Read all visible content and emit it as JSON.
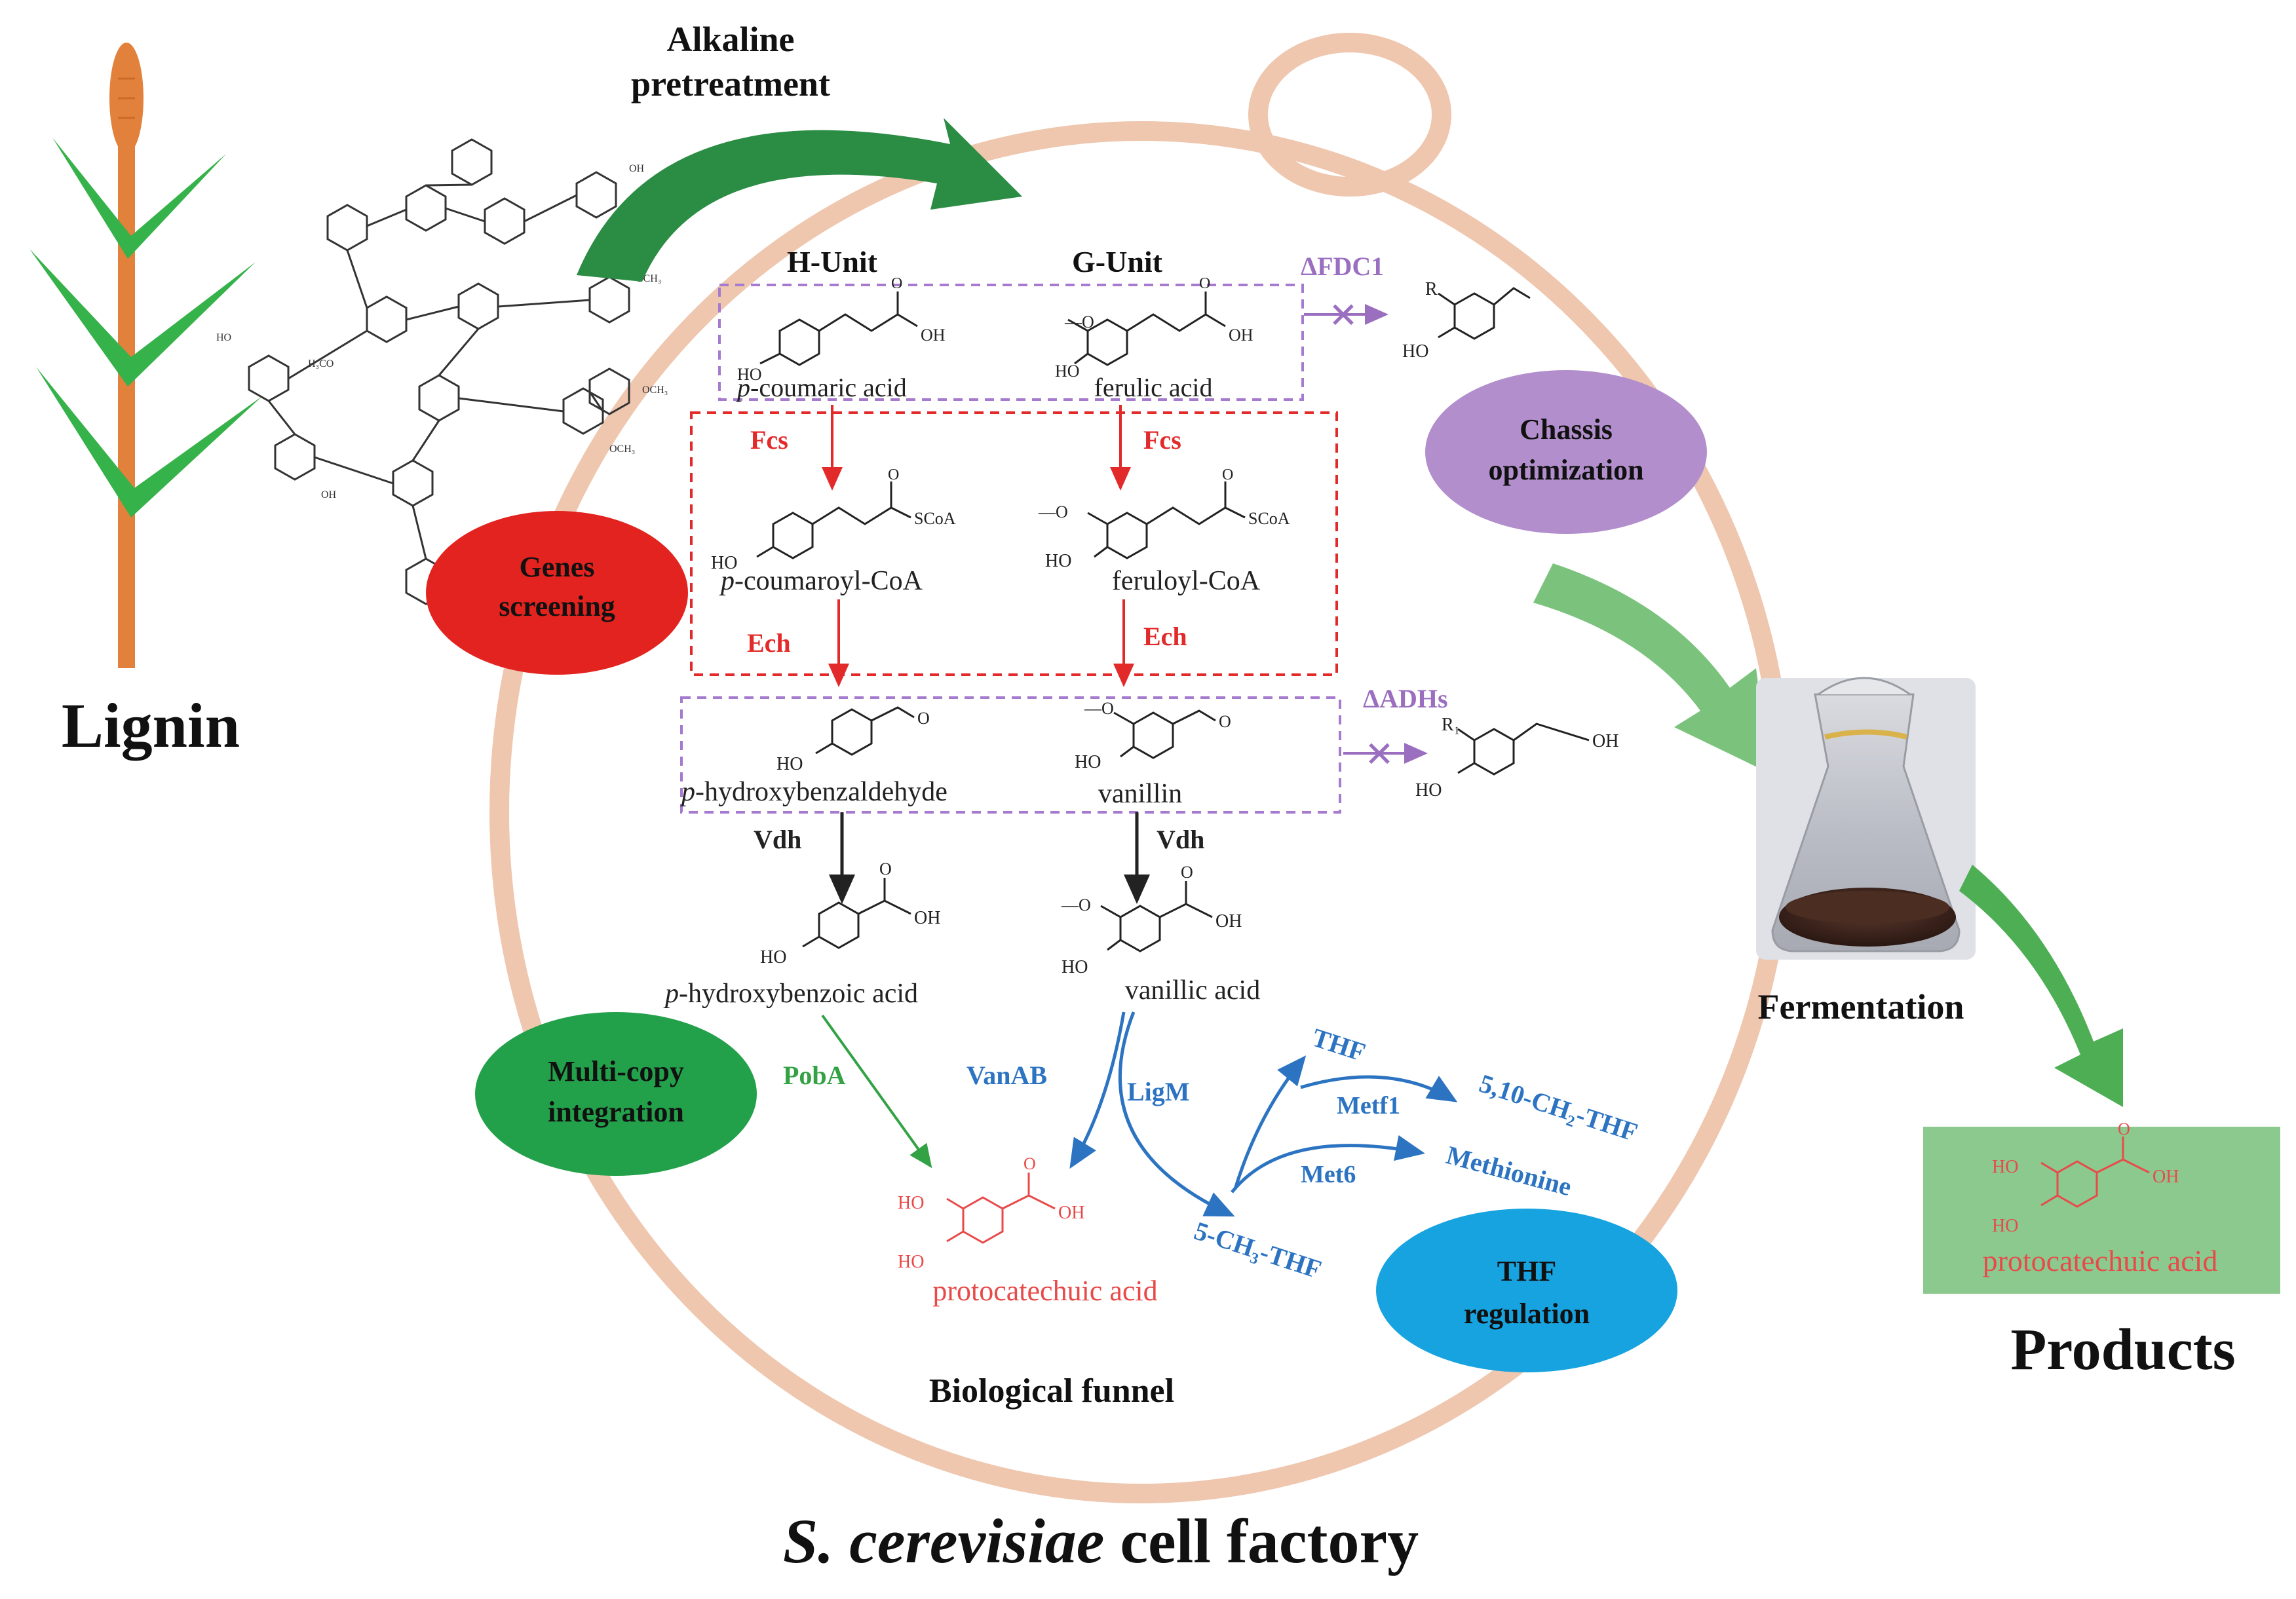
{
  "title": {
    "prefix": "S. cerevisiae",
    "suffix": " cell factory"
  },
  "lignin": {
    "label": "Lignin"
  },
  "pretreatment": {
    "line1": "Alkaline",
    "line2": "pretreatment"
  },
  "units": {
    "h": "H-Unit",
    "g": "G-Unit"
  },
  "compounds": {
    "p_coumaric": {
      "prefix": "p",
      "rest": "-coumaric acid"
    },
    "ferulic": "ferulic acid",
    "p_coumaroyl_coa": {
      "prefix": "p",
      "rest": "-coumaroyl-CoA"
    },
    "feruloyl_coa": "feruloyl-CoA",
    "p_hydroxybenzaldehyde": {
      "prefix": "p",
      "rest": "-hydroxybenzaldehyde"
    },
    "vanillin": "vanillin",
    "p_hydroxybenzoic": {
      "prefix": "p",
      "rest": "-hydroxybenzoic acid"
    },
    "vanillic": "vanillic acid",
    "protocatechuic": "protocatechuic acid"
  },
  "enzymes": {
    "fcs": "Fcs",
    "ech": "Ech",
    "vdh": "Vdh",
    "poba": "PobA",
    "vanab": "VanAB",
    "ligm": "LigM",
    "metf1": "Metf1",
    "met6": "Met6"
  },
  "deletions": {
    "fdc1": "ΔFDC1",
    "adhs": "ΔADHs"
  },
  "thf": {
    "thf": "THF",
    "methylene": "5,10-CH₂-THF",
    "methyl": "5-CH₃-THF",
    "methionine": "Methionine"
  },
  "strategies": {
    "genes_screening": {
      "line1": "Genes",
      "line2": "screening"
    },
    "chassis": {
      "line1": "Chassis",
      "line2": "optimization"
    },
    "multicopy": {
      "line1": "Multi-copy",
      "line2": "integration"
    },
    "thf_regulation": {
      "line1": "THF",
      "line2": "regulation"
    }
  },
  "biological_funnel": "Biological funnel",
  "fermentation": "Fermentation",
  "products": {
    "label": "Products",
    "compound": "protocatechuic acid"
  },
  "chem_labels": {
    "oh": "OH",
    "ho": "HO",
    "scoa": "SCoA",
    "o": "O",
    "r": "R",
    "r1": "R₁",
    "och3": "OCH₃",
    "h3co": "H₃CO"
  },
  "colors": {
    "red": "#e32a2a",
    "purple": "#9b6fc0",
    "blue": "#2c74c2",
    "green": "#33a245",
    "dark_green": "#1e7a37",
    "cell": "#efc6ae",
    "ellipse_red": "#e2231f",
    "ellipse_purple": "#b28fcc",
    "ellipse_green": "#23a04a",
    "ellipse_blue": "#17a3df",
    "product_bg": "#8cc98e"
  }
}
